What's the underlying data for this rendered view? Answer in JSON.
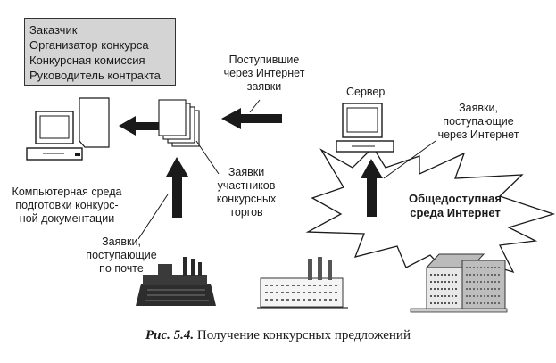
{
  "roles": [
    "Заказчик",
    "Организатор конкурса",
    "Конкурсная комиссия",
    "Руководитель контракта"
  ],
  "labels": {
    "internet_bids": "Поступившие\nчерез Интернет\nзаявки",
    "server": "Сервер",
    "bids_via_internet": "Заявки,\nпоступающие\nчерез Интернет",
    "computer_env": "Компьютерная среда\nподготовки конкурс-\nной документации",
    "participant_bids": "Заявки\nучастников\nконкурсных\nторгов",
    "public_internet": "Общедоступная\nсреда Интернет",
    "mail_bids": "Заявки,\nпоступающие\nпо почте"
  },
  "caption": {
    "number": "Рис. 5.4.",
    "text": "Получение конкурсных предложений"
  }
}
